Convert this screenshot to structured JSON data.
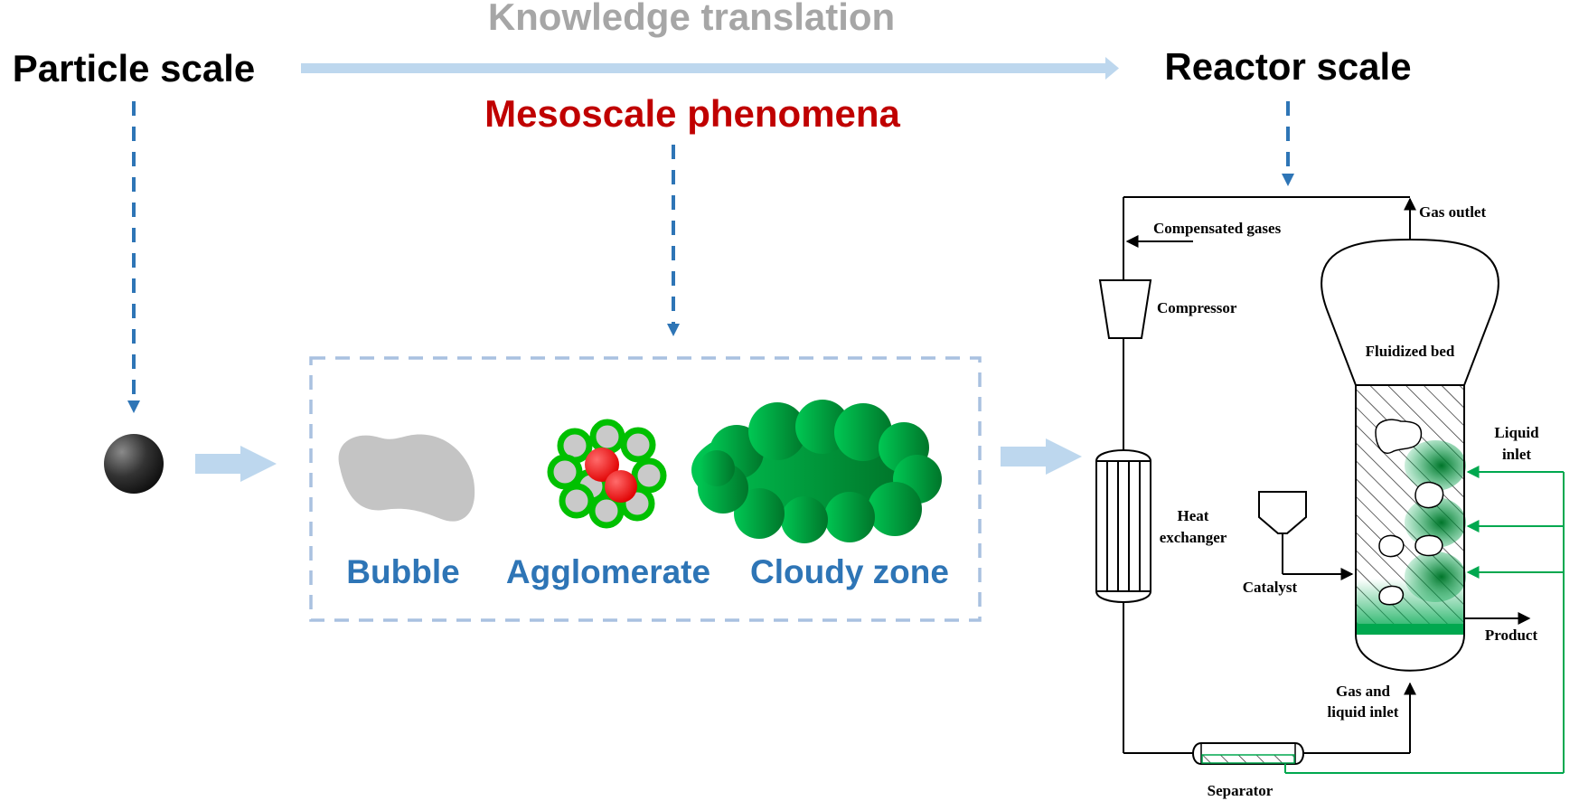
{
  "header": {
    "translation_label": "Knowledge translation",
    "particle_scale": "Particle scale",
    "reactor_scale": "Reactor scale",
    "mesoscale": "Mesoscale phenomena"
  },
  "phenomena": {
    "bubble": "Bubble",
    "agglomerate": "Agglomerate",
    "cloudy_zone": "Cloudy zone"
  },
  "reactor": {
    "gas_outlet": "Gas outlet",
    "compensated_gases": "Compensated gases",
    "compressor": "Compressor",
    "fluidized_bed": "Fluidized bed",
    "liquid_inlet_line1": "Liquid",
    "liquid_inlet_line2": "inlet",
    "heat_line1": "Heat",
    "heat_line2": "exchanger",
    "catalyst": "Catalyst",
    "product": "Product",
    "gas_liquid_line1": "Gas and",
    "gas_liquid_line2": "liquid inlet",
    "separator": "Separator"
  },
  "colors": {
    "title_gray": "#a6a6a6",
    "meso_red": "#c00000",
    "label_blue": "#2e75b6",
    "arrow_light": "#bdd7ee",
    "dashed_blue": "#2e75b6",
    "green": "#00a84f",
    "dark_green": "#00752a"
  },
  "icons": {
    "particle": "dark-sphere-icon",
    "bubble": "gray-blob-icon",
    "agglomerate": "particle-cluster-icon",
    "cloud": "green-cloud-icon"
  }
}
